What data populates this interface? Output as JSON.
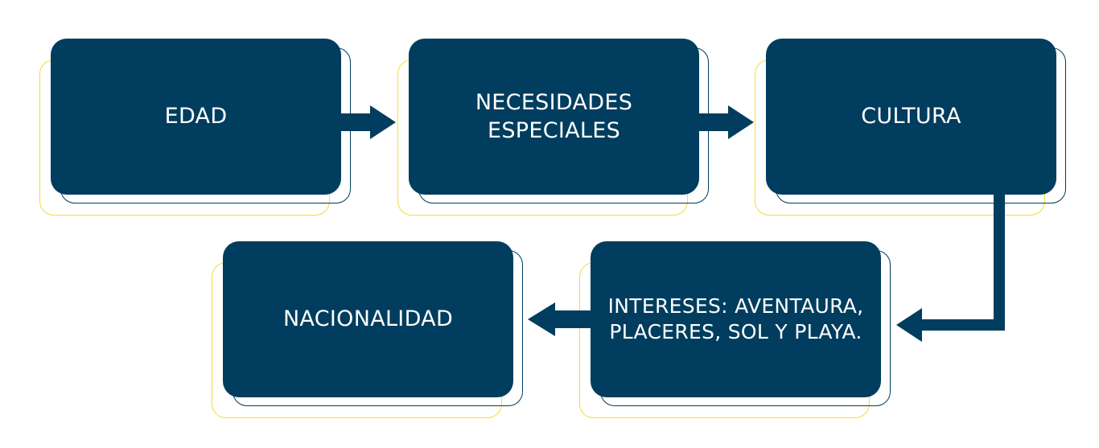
{
  "diagram": {
    "colors": {
      "box_fill": "#013d5e",
      "box_text": "#ffffff",
      "shadow_outline": "#003b5c",
      "accent_outline": "#f2dc3a",
      "arrow": "#013d5e"
    },
    "nodes": [
      {
        "id": "edad",
        "label": "EDAD"
      },
      {
        "id": "necesidades",
        "label": "NECESIDADES\nESPECIALES"
      },
      {
        "id": "cultura",
        "label": "CULTURA"
      },
      {
        "id": "intereses",
        "label": "INTERESES: AVENTAURA,\nPLACERES, SOL Y PLAYA."
      },
      {
        "id": "nacionalidad",
        "label": "NACIONALIDAD"
      }
    ],
    "edges": [
      {
        "from": "edad",
        "to": "necesidades"
      },
      {
        "from": "necesidades",
        "to": "cultura"
      },
      {
        "from": "cultura",
        "to": "intereses"
      },
      {
        "from": "intereses",
        "to": "nacionalidad"
      }
    ]
  }
}
